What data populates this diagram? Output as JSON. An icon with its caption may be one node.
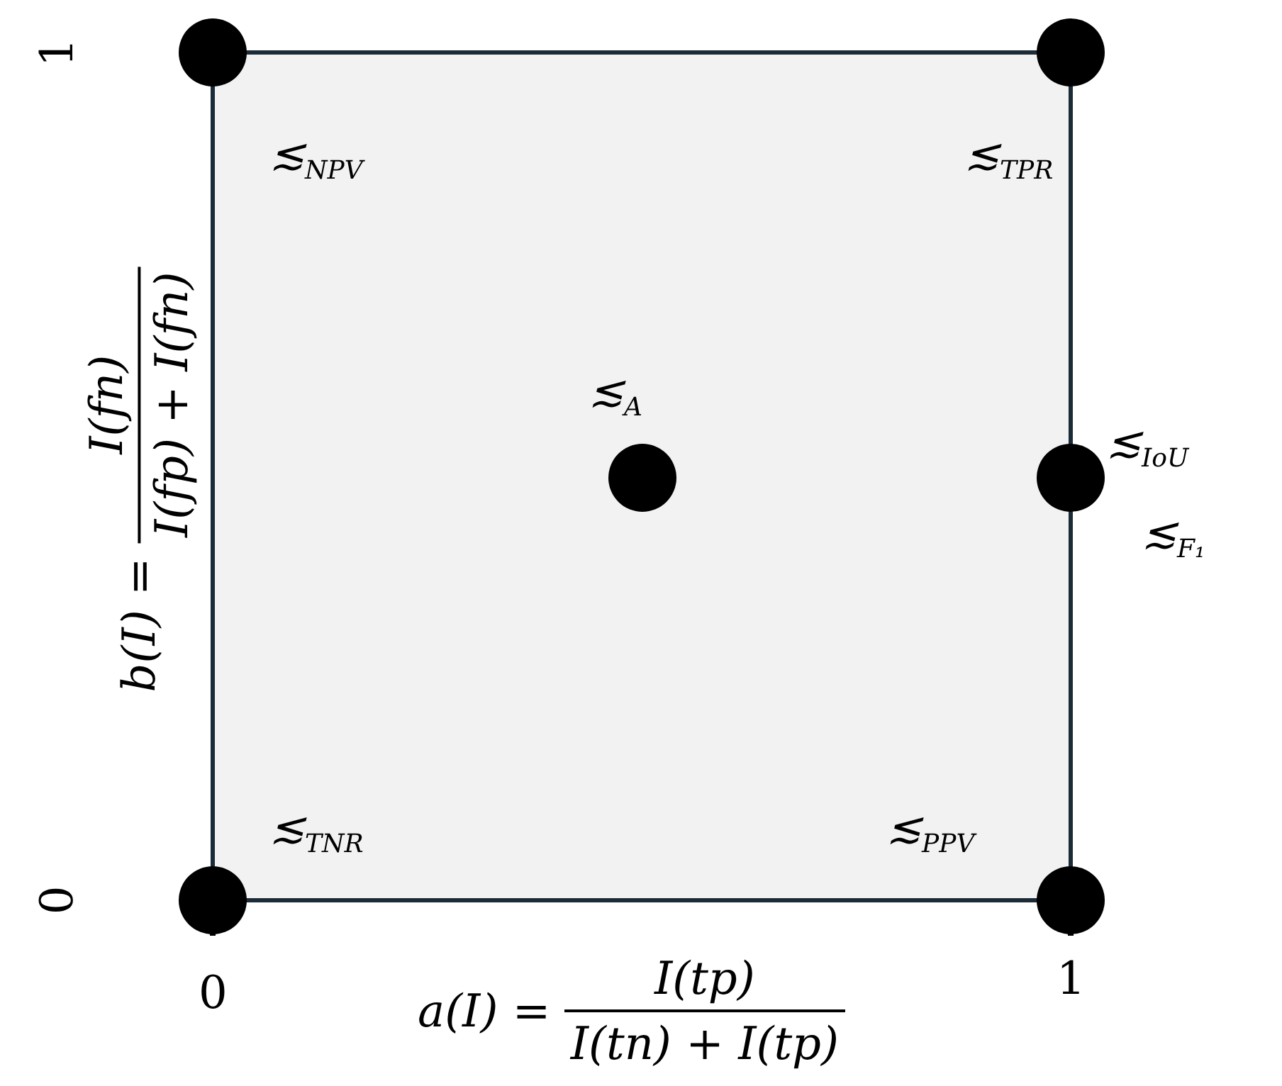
{
  "diagram": {
    "nodes": [
      {
        "text": [],
        "shape": "circle",
        "beside": [
          "≲$_{NPV}$"
        ]
      },
      {
        "text": [],
        "shape": "circle",
        "beside": [
          "≲$_{TPR}$"
        ]
      },
      {
        "text": [],
        "shape": "circle",
        "beside": [
          "≲$_{A}$"
        ]
      },
      {
        "text": [],
        "shape": "circle",
        "beside": [
          "≲$_{IoU}$",
          "≲$_{F₁}$"
        ]
      },
      {
        "text": [],
        "shape": "circle",
        "beside": [
          "≲$_{TNR}$"
        ]
      },
      {
        "text": [],
        "shape": "circle",
        "beside": [
          "≲$_{PPV}$"
        ]
      }
    ],
    "edges": [],
    "labels": [
      "1",
      "0",
      "b(I) =",
      "I(fn)",
      "I(fp) + I(fn)",
      "0",
      "a(I) =",
      "I(tp)",
      "I(tn) + I(tp)",
      "1"
    ]
  }
}
